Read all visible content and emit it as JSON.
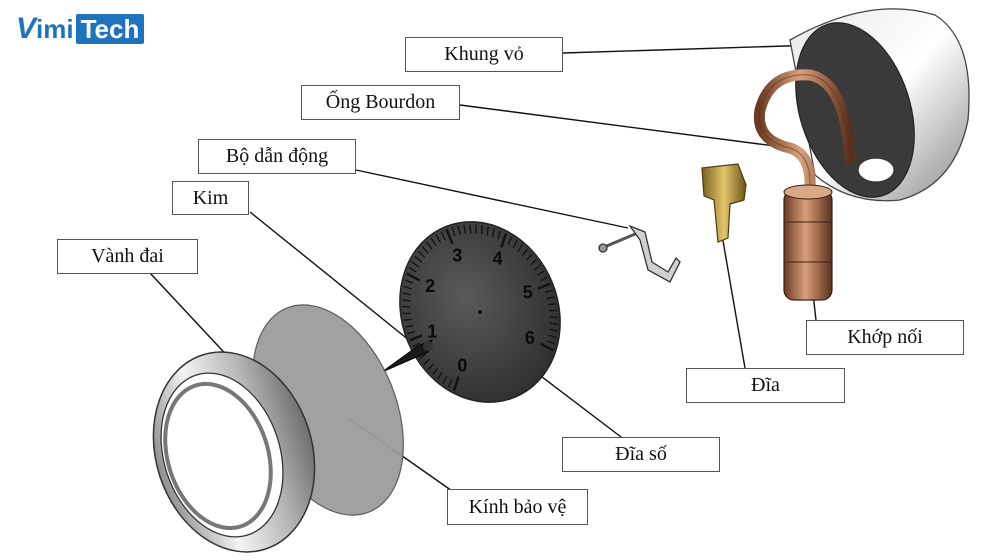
{
  "logo": {
    "part1": "V",
    "part2": "imi",
    "part3": "Tech"
  },
  "labels": {
    "khung_vo": "Khung vỏ",
    "ong_bourdon": "Ống Bourdon",
    "bo_dan_dong": "Bộ dẫn động",
    "kim": "Kim",
    "vanh_dai": "Vành đai",
    "khop_noi": "Khớp nối",
    "dia": "Đĩa",
    "dia_so": "Đĩa số",
    "kinh_bao_ve": "Kính bảo vệ"
  },
  "dial": {
    "numbers": [
      "0",
      "1",
      "2",
      "3",
      "4",
      "5",
      "6"
    ]
  },
  "colors": {
    "brand": "#1e73be",
    "copper": "#c47a52",
    "brass": "#b8962e",
    "metal": "#bdbdbd"
  }
}
